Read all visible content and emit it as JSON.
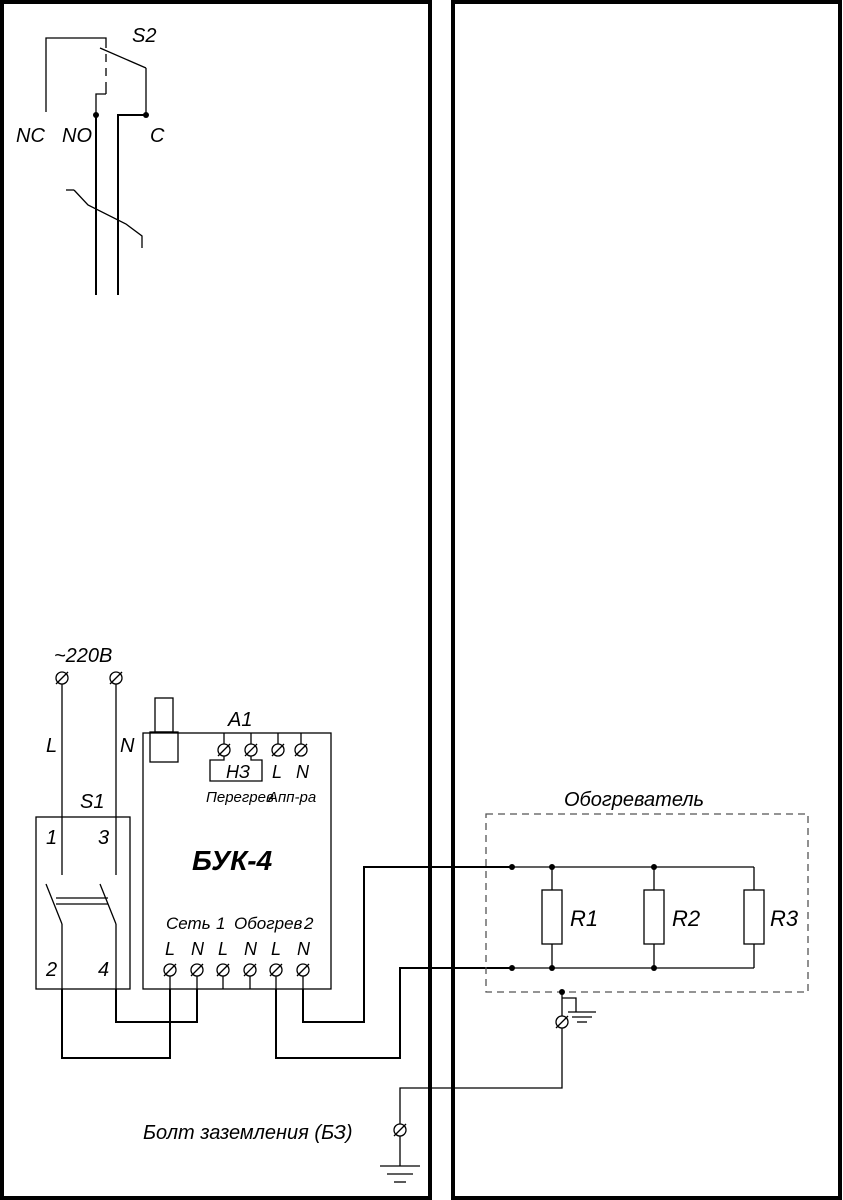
{
  "labels": {
    "s2": "S2",
    "nc": "NC",
    "no": "NO",
    "c": "C",
    "supply": "~220В",
    "line_l": "L",
    "line_n": "N",
    "s1": "S1",
    "s1_pin1": "1",
    "s1_pin3": "3",
    "s1_pin2": "2",
    "s1_pin4": "4",
    "a1": "A1",
    "nz": "НЗ",
    "t_l": "L",
    "t_n": "N",
    "peregrev": "Перегрев",
    "app": "Апп-ра",
    "buk": "БУК-4",
    "set": "Сеть",
    "one": "1",
    "obogrev": "Обогрев",
    "two": "2",
    "b1": "L",
    "b2": "N",
    "b3": "L",
    "b4": "N",
    "b5": "L",
    "b6": "N",
    "heater": "Обогреватель",
    "r1": "R1",
    "r2": "R2",
    "r3": "R3",
    "bolt": "Болт заземления (БЗ)"
  }
}
